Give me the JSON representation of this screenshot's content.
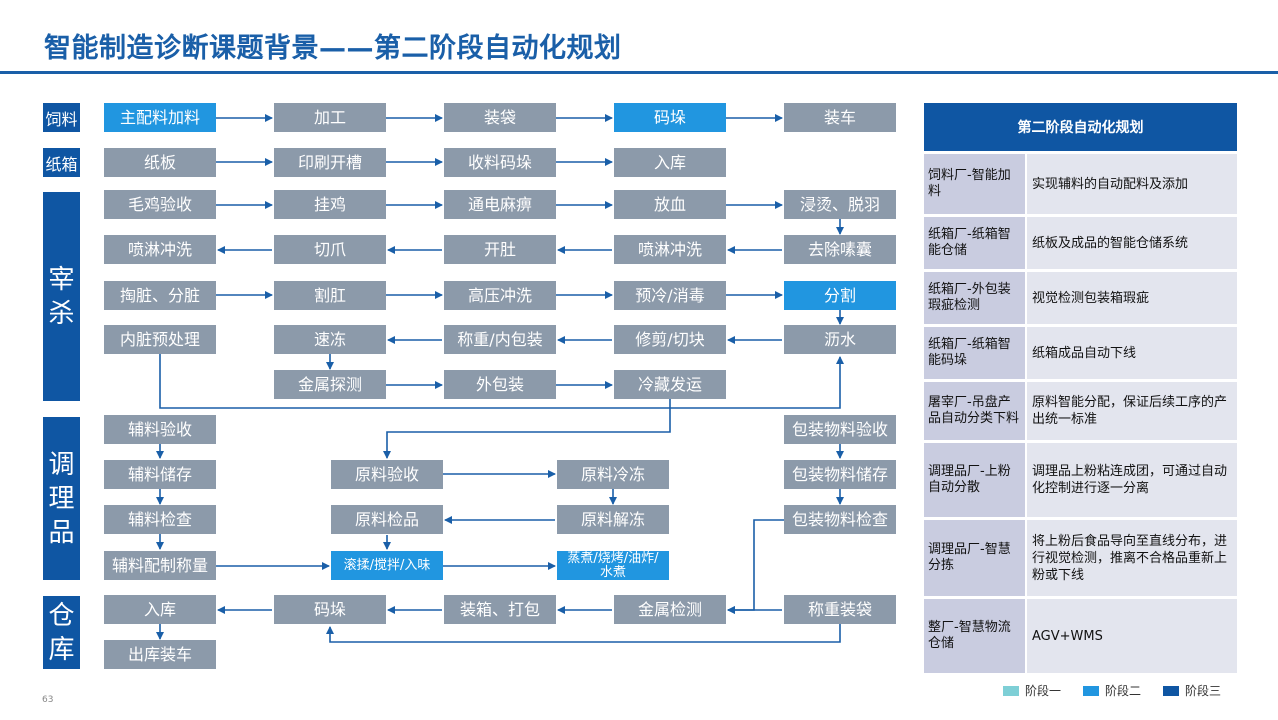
{
  "title": "智能制造诊断课题背景——第二阶段自动化规划",
  "page_number": "63",
  "row_labels": {
    "feed": "饲料",
    "carton": "纸箱",
    "slaughter": [
      "宰",
      "杀"
    ],
    "prepared": [
      "调",
      "理",
      "品"
    ],
    "warehouse": [
      "仓",
      "库"
    ]
  },
  "boxes": {
    "feed_1": "主配料加料",
    "feed_2": "加工",
    "feed_3": "装袋",
    "feed_4": "码垛",
    "feed_5": "装车",
    "carton_1": "纸板",
    "carton_2": "印刷开槽",
    "carton_3": "收料码垛",
    "carton_4": "入库",
    "sl_1": "毛鸡验收",
    "sl_2": "挂鸡",
    "sl_3": "通电麻痹",
    "sl_4": "放血",
    "sl_5": "浸烫、脱羽",
    "sl_6": "喷淋冲洗",
    "sl_7": "切爪",
    "sl_8": "开肚",
    "sl_9": "喷淋冲洗",
    "sl_10": "去除嗉囊",
    "sl_11": "掏脏、分脏",
    "sl_12": "割肛",
    "sl_13": "高压冲洗",
    "sl_14": "预冷/消毒",
    "sl_15": "分割",
    "sl_16": "内脏预处理",
    "sl_17": "速冻",
    "sl_18": "称重/内包装",
    "sl_19": "修剪/切块",
    "sl_20": "沥水",
    "sl_21": "金属探测",
    "sl_22": "外包装",
    "sl_23": "冷藏发运",
    "pr_1": "辅料验收",
    "pr_2": "辅料储存",
    "pr_3": "辅料检查",
    "pr_4": "辅料配制称量",
    "pr_5": "原料验收",
    "pr_6": "原料冷冻",
    "pr_7": "原料检品",
    "pr_8": "原料解冻",
    "pr_9": "滚揉/搅拌/入味",
    "pr_10": "蒸煮/烧烤/油炸/水煮",
    "pr_11": "包装物料验收",
    "pr_12": "包装物料储存",
    "pr_13": "包装物料检查",
    "wh_1": "入库",
    "wh_2": "码垛",
    "wh_3": "装箱、打包",
    "wh_4": "金属检测",
    "wh_5": "称重装袋",
    "wh_6": "出库装车"
  },
  "panel": {
    "header": "第二阶段自动化规划",
    "rows": [
      {
        "key": "饲料厂-智能加料",
        "value": "实现辅料的自动配料及添加"
      },
      {
        "key": "纸箱厂-纸箱智能仓储",
        "value": "纸板及成品的智能仓储系统"
      },
      {
        "key": "纸箱厂-外包装瑕疵检测",
        "value": "视觉检测包装箱瑕疵"
      },
      {
        "key": "纸箱厂-纸箱智能码垛",
        "value": "纸箱成品自动下线"
      },
      {
        "key": "屠宰厂-吊盘产品自动分类下料",
        "value": "原料智能分配，保证后续工序的产出统一标准"
      },
      {
        "key": "调理品厂-上粉自动分散",
        "value": "调理品上粉粘连成团，可通过自动化控制进行逐一分离"
      },
      {
        "key": "调理品厂-智慧分拣",
        "value": "将上粉后食品导向至直线分布，进行视觉检测，推离不合格品重新上粉或下线"
      },
      {
        "key": "整厂-智慧物流仓储",
        "value": "AGV+WMS"
      }
    ]
  },
  "legend": [
    {
      "label": "阶段一",
      "color": "#7ecfd6"
    },
    {
      "label": "阶段二",
      "color": "#2196e0"
    },
    {
      "label": "阶段三",
      "color": "#0f56a3"
    }
  ],
  "colors": {
    "title": "#1a5fa8",
    "row_label": "#0f56a3",
    "box_default": "#8c9aaa",
    "box_stage2": "#2196e0",
    "arrow": "#1a5fa8",
    "panel_key_bg": "#c9cce0",
    "panel_value_bg": "#e3e5ee"
  }
}
